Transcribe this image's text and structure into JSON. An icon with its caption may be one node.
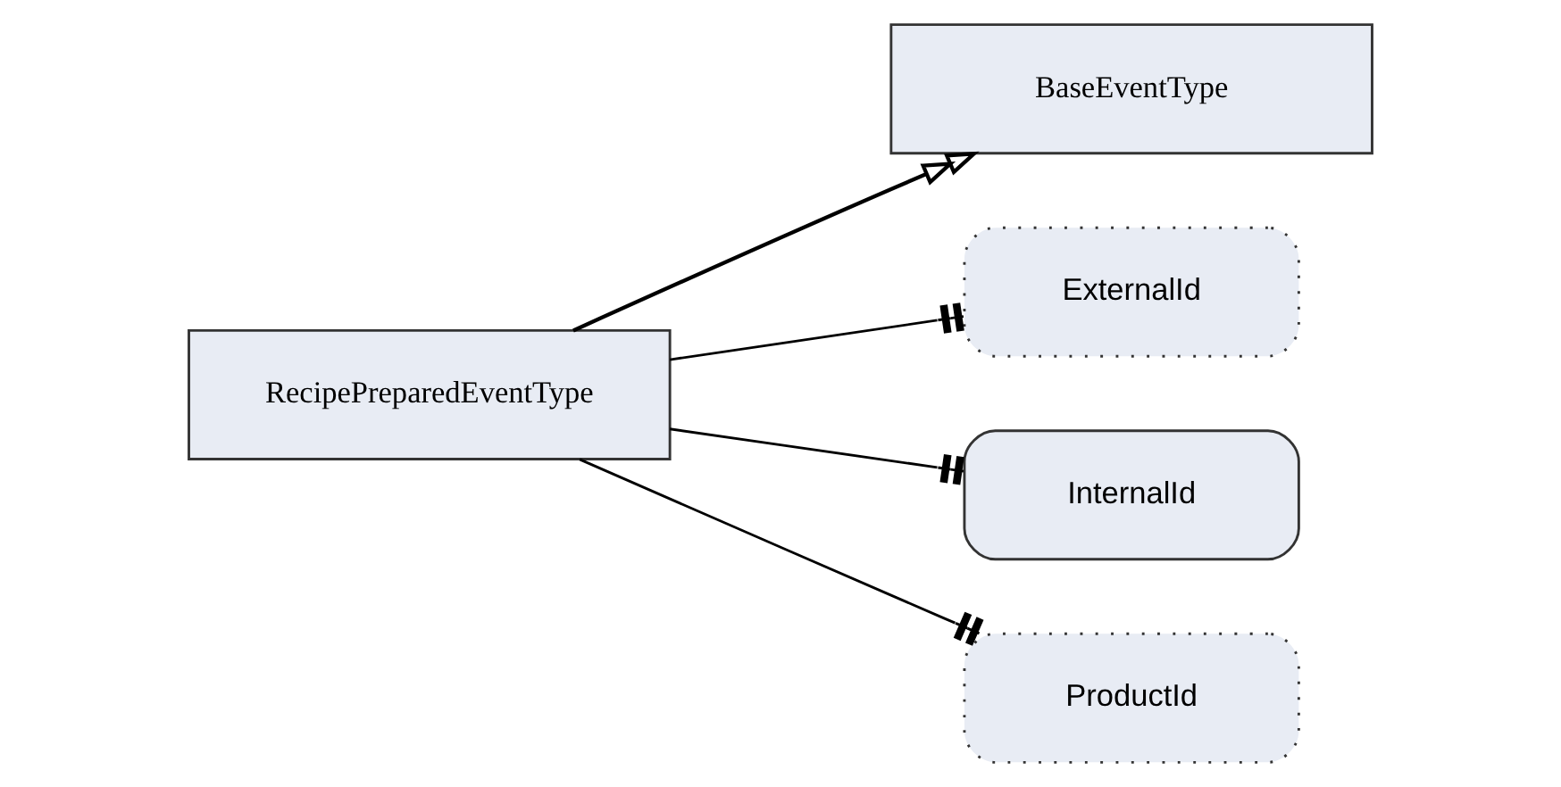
{
  "diagram": {
    "nodes": [
      {
        "text": [
          "RecipePreparedEventType"
        ]
      },
      {
        "text": [
          "BaseEventType"
        ]
      },
      {
        "text": [
          "ExternalId"
        ]
      },
      {
        "text": [
          "InternalId"
        ]
      },
      {
        "text": [
          "ProductId"
        ]
      }
    ],
    "edges": [
      {
        "from": 0,
        "to": 1,
        "arrow": "to"
      },
      {
        "from": 0,
        "to": 2,
        "arrow": "other"
      },
      {
        "from": 0,
        "to": 3,
        "arrow": "other"
      },
      {
        "from": 0,
        "to": 4,
        "arrow": "other"
      }
    ]
  }
}
